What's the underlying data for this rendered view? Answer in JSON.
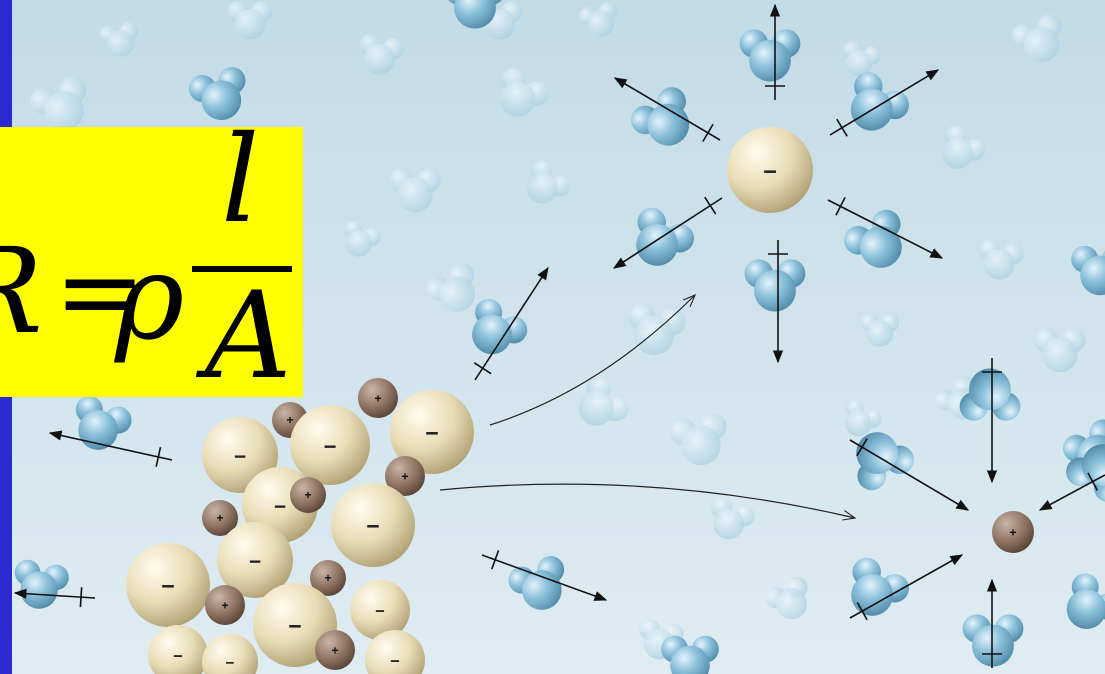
{
  "formula": {
    "lhs": "R",
    "equals": "=",
    "rho": "ρ",
    "numerator": "l",
    "denominator": "A"
  },
  "charges": {
    "plus": "+",
    "minus": "−"
  },
  "colors": {
    "frame": "#2a2ad0",
    "background_top": "#c3dbe6",
    "background_bottom": "#dfecf2",
    "formula_box": "#ffff00",
    "anion": "#e8dbb2",
    "cation": "#8f7667",
    "water": "#7fb6d2"
  }
}
